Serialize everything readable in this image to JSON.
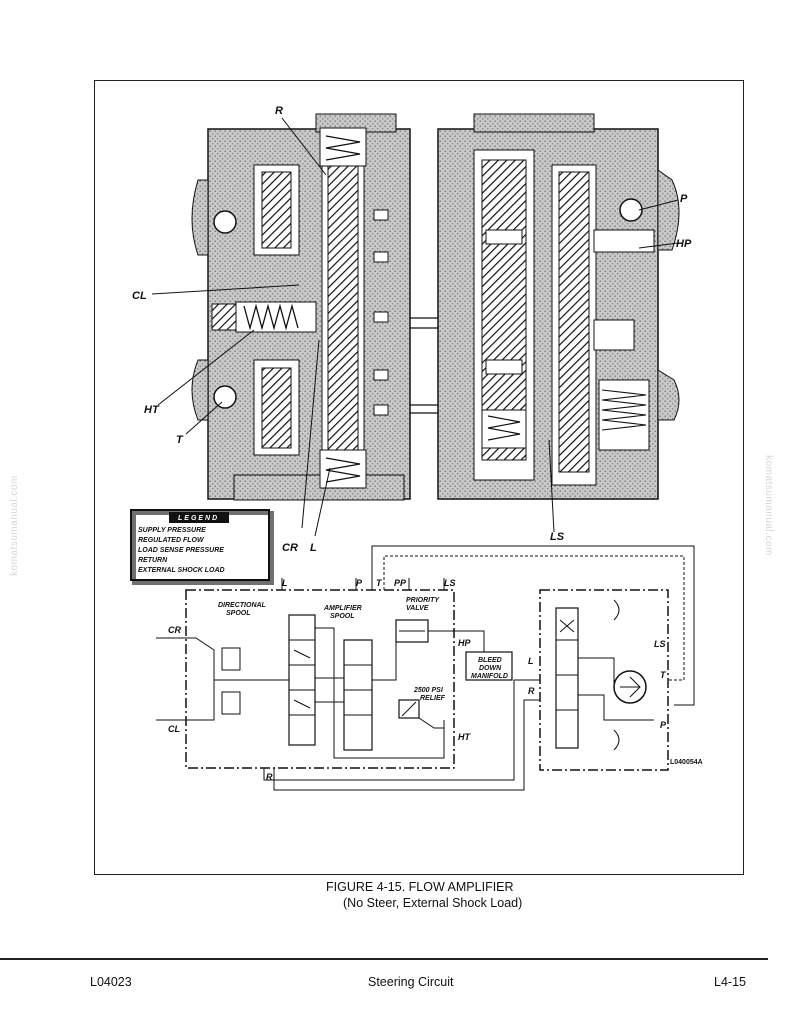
{
  "figure": {
    "caption_line1": "FIGURE 4-15. FLOW AMPLIFIER",
    "caption_line2": "(No Steer, External Shock Load)"
  },
  "footer": {
    "left": "L04023",
    "center": "Steering Circuit",
    "right": "L4-15"
  },
  "watermark": "komatsumanual.com",
  "callouts": {
    "R": "R",
    "CL": "CL",
    "HT": "HT",
    "T": "T",
    "CR": "CR",
    "L": "L",
    "P": "P",
    "HP": "HP",
    "LS": "LS"
  },
  "legend": {
    "title": "LEGEND",
    "items": [
      "SUPPLY PRESSURE",
      "REGULATED FLOW",
      "LOAD SENSE PRESSURE",
      "RETURN",
      "EXTERNAL SHOCK LOAD"
    ]
  },
  "schematic": {
    "directional_spool": [
      "DIRECTIONAL",
      "SPOOL"
    ],
    "amplifier_spool": [
      "AMPLIFIER",
      "SPOOL"
    ],
    "priority_valve": [
      "PRIORITY",
      "VALVE"
    ],
    "bleed_down": [
      "BLEED",
      "DOWN",
      "MANIFOLD"
    ],
    "relief": [
      "2500 PSI",
      "RELIEF"
    ],
    "ports_top": {
      "L": "L",
      "P": "P",
      "T": "T",
      "PP": "PP",
      "LS": "LS"
    },
    "CR": "CR",
    "CL": "CL",
    "HP": "HP",
    "HT": "HT",
    "R": "R",
    "right_L": "L",
    "right_R": "R",
    "right_LS": "LS",
    "right_T": "T",
    "right_P": "P",
    "drawing_id": "L040054A"
  }
}
